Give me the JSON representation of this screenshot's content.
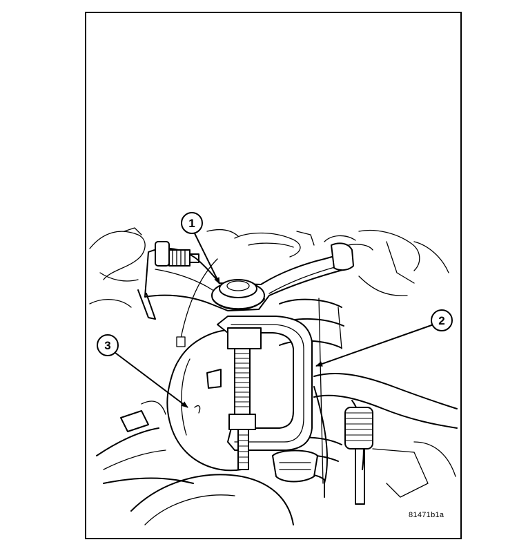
{
  "callouts": [
    {
      "id": "1",
      "label": "1"
    },
    {
      "id": "2",
      "label": "2"
    },
    {
      "id": "3",
      "label": "3"
    }
  ],
  "figure_code": "81471b1a",
  "colors": {
    "ink": "#000000",
    "paper": "#ffffff"
  }
}
